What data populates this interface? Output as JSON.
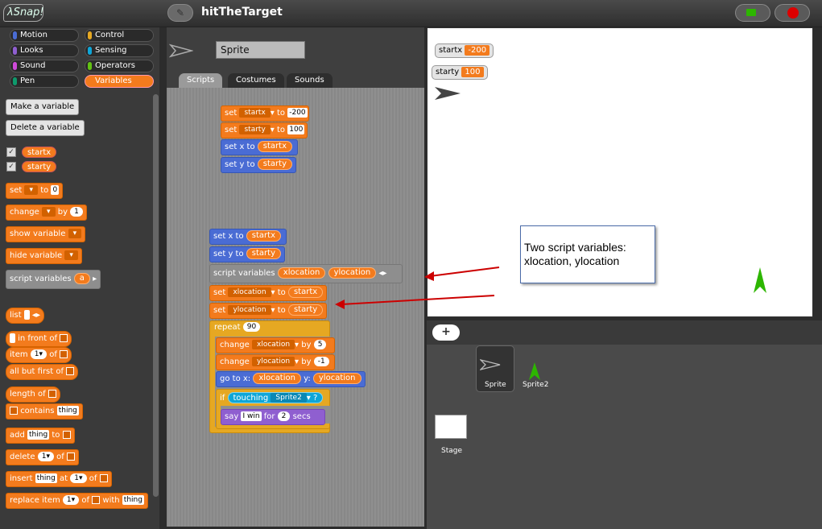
{
  "app": {
    "logo": "λSnap!",
    "project_title": "hitTheTarget",
    "edit_icon": "pencil-icon"
  },
  "categories": [
    "Motion",
    "Looks",
    "Sound",
    "Pen",
    "Control",
    "Sensing",
    "Operators",
    "Variables"
  ],
  "category_colors": [
    "#4a6cd4",
    "#8f5fd0",
    "#cf4ad9",
    "#0e9a6c",
    "#e6a822",
    "#0fa6d8",
    "#62c213",
    "#f37b1d"
  ],
  "palette": {
    "make_variable": "Make a variable",
    "delete_variable": "Delete a variable",
    "vars": [
      "startx",
      "starty"
    ],
    "set": [
      "set",
      "to",
      "0"
    ],
    "change": [
      "change",
      "by",
      "1"
    ],
    "show_variable": "show variable",
    "hide_variable": "hide variable",
    "script_variables": [
      "script variables",
      "a"
    ],
    "list": "list",
    "in_front_of": "in front of",
    "item": [
      "item",
      "1",
      "of"
    ],
    "all_but_first": "all but first of",
    "length_of": "length of",
    "contains": [
      "contains",
      "thing"
    ],
    "add": [
      "add",
      "thing",
      "to"
    ],
    "delete": [
      "delete",
      "1",
      "of"
    ],
    "insert": [
      "insert",
      "thing",
      "at",
      "1",
      "of"
    ],
    "replace": [
      "replace item",
      "1",
      "of",
      "with",
      "thing"
    ]
  },
  "sprite": {
    "name": "Sprite",
    "tabs": [
      "Scripts",
      "Costumes",
      "Sounds"
    ]
  },
  "script1": {
    "set_startx": [
      "set",
      "startx",
      "to",
      "-200"
    ],
    "set_starty": [
      "set",
      "starty",
      "to",
      "100"
    ],
    "setx": [
      "set x to",
      "startx"
    ],
    "sety": [
      "set y to",
      "starty"
    ]
  },
  "script2": {
    "setx": [
      "set x to",
      "startx"
    ],
    "sety": [
      "set y to",
      "starty"
    ],
    "script_vars": [
      "script variables",
      "xlocation",
      "ylocation"
    ],
    "set_xloc": [
      "set",
      "xlocation",
      "to",
      "startx"
    ],
    "set_yloc": [
      "set",
      "ylocation",
      "to",
      "starty"
    ],
    "repeat": [
      "repeat",
      "90"
    ],
    "change_x": [
      "change",
      "xlocation",
      "by",
      "5"
    ],
    "change_y": [
      "change",
      "ylocation",
      "by",
      "-1"
    ],
    "goto": [
      "go to x:",
      "xlocation",
      "y:",
      "ylocation"
    ],
    "if": [
      "if",
      "touching",
      "Sprite2",
      "?"
    ],
    "say": [
      "say",
      "I win",
      "for",
      "2",
      "secs"
    ]
  },
  "stage": {
    "watchers": [
      {
        "name": "startx",
        "value": "-200"
      },
      {
        "name": "starty",
        "value": "100"
      }
    ],
    "note": [
      "Two script variables:",
      "xlocation, ylocation"
    ]
  },
  "corral": {
    "sprites": [
      "Sprite",
      "Sprite2"
    ],
    "stage": "Stage"
  }
}
